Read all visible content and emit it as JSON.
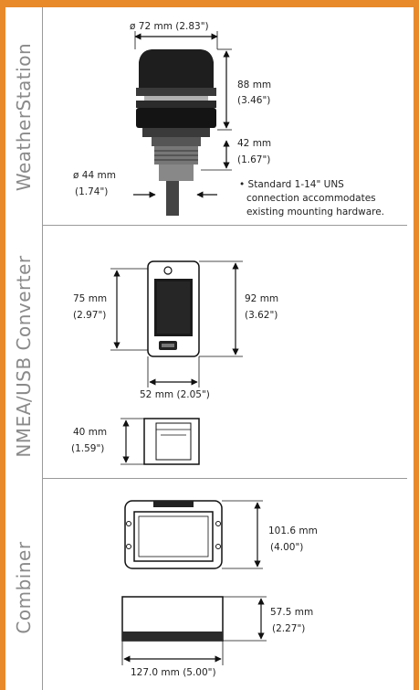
{
  "sections": {
    "weather_station": "WeatherStation",
    "converter": "NMEA/USB Converter",
    "combiner": "Combiner"
  },
  "weather": {
    "diameter_top": "ø 72 mm (2.83\")",
    "height_main": "88 mm",
    "height_main_in": "(3.46\")",
    "height_base": "42 mm",
    "height_base_in": "(1.67\")",
    "diameter_base": "ø 44 mm",
    "diameter_base_in": "(1.74\")",
    "note_line1": "• Standard 1-14\" UNS",
    "note_line2": "connection accommodates",
    "note_line3": "existing mounting hardware."
  },
  "converter": {
    "inner_height": "75 mm",
    "inner_height_in": "(2.97\")",
    "outer_height": "92 mm",
    "outer_height_in": "(3.62\")",
    "width": "52 mm (2.05\")",
    "depth": "40 mm",
    "depth_in": "(1.59\")"
  },
  "combiner": {
    "height": "101.6 mm",
    "height_in": "(4.00\")",
    "depth": "57.5 mm",
    "depth_in": "(2.27\")",
    "width": "127.0 mm (5.00\")"
  }
}
